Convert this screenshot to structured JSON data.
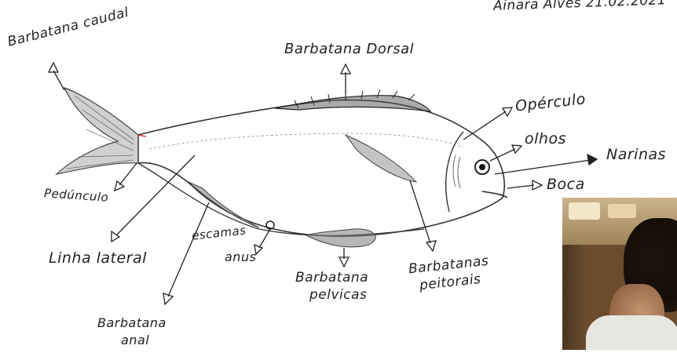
{
  "header": {
    "author_date": "Ainara Alves   21.02.2021"
  },
  "labels": {
    "barbatana_caudal": "Barbatana caudal",
    "barbatana_dorsal": "Barbatana Dorsal",
    "operculo": "Opérculo",
    "olhos": "olhos",
    "narinas": "Narinas",
    "boca": "Boca",
    "pedunculo": "Pedúnculo",
    "linha_lateral": "Linha lateral",
    "escamas": "escamas",
    "anus": "anus",
    "barbatanas_pelvicas_1": "Barbatana",
    "barbatanas_pelvicas_2": "pelvicas",
    "barbatanas_peitorais_1": "Barbatanas",
    "barbatanas_peitorais_2": "peitorais",
    "barbatana_anal_1": "Barbatana",
    "barbatana_anal_2": "anal"
  },
  "colors": {
    "ink": "#222222",
    "pencil": "#555555",
    "shade": "#9a9a9a",
    "arrow_red_mark": "#d22222"
  },
  "photo": {
    "description_icon": "webcam-person-photo"
  }
}
